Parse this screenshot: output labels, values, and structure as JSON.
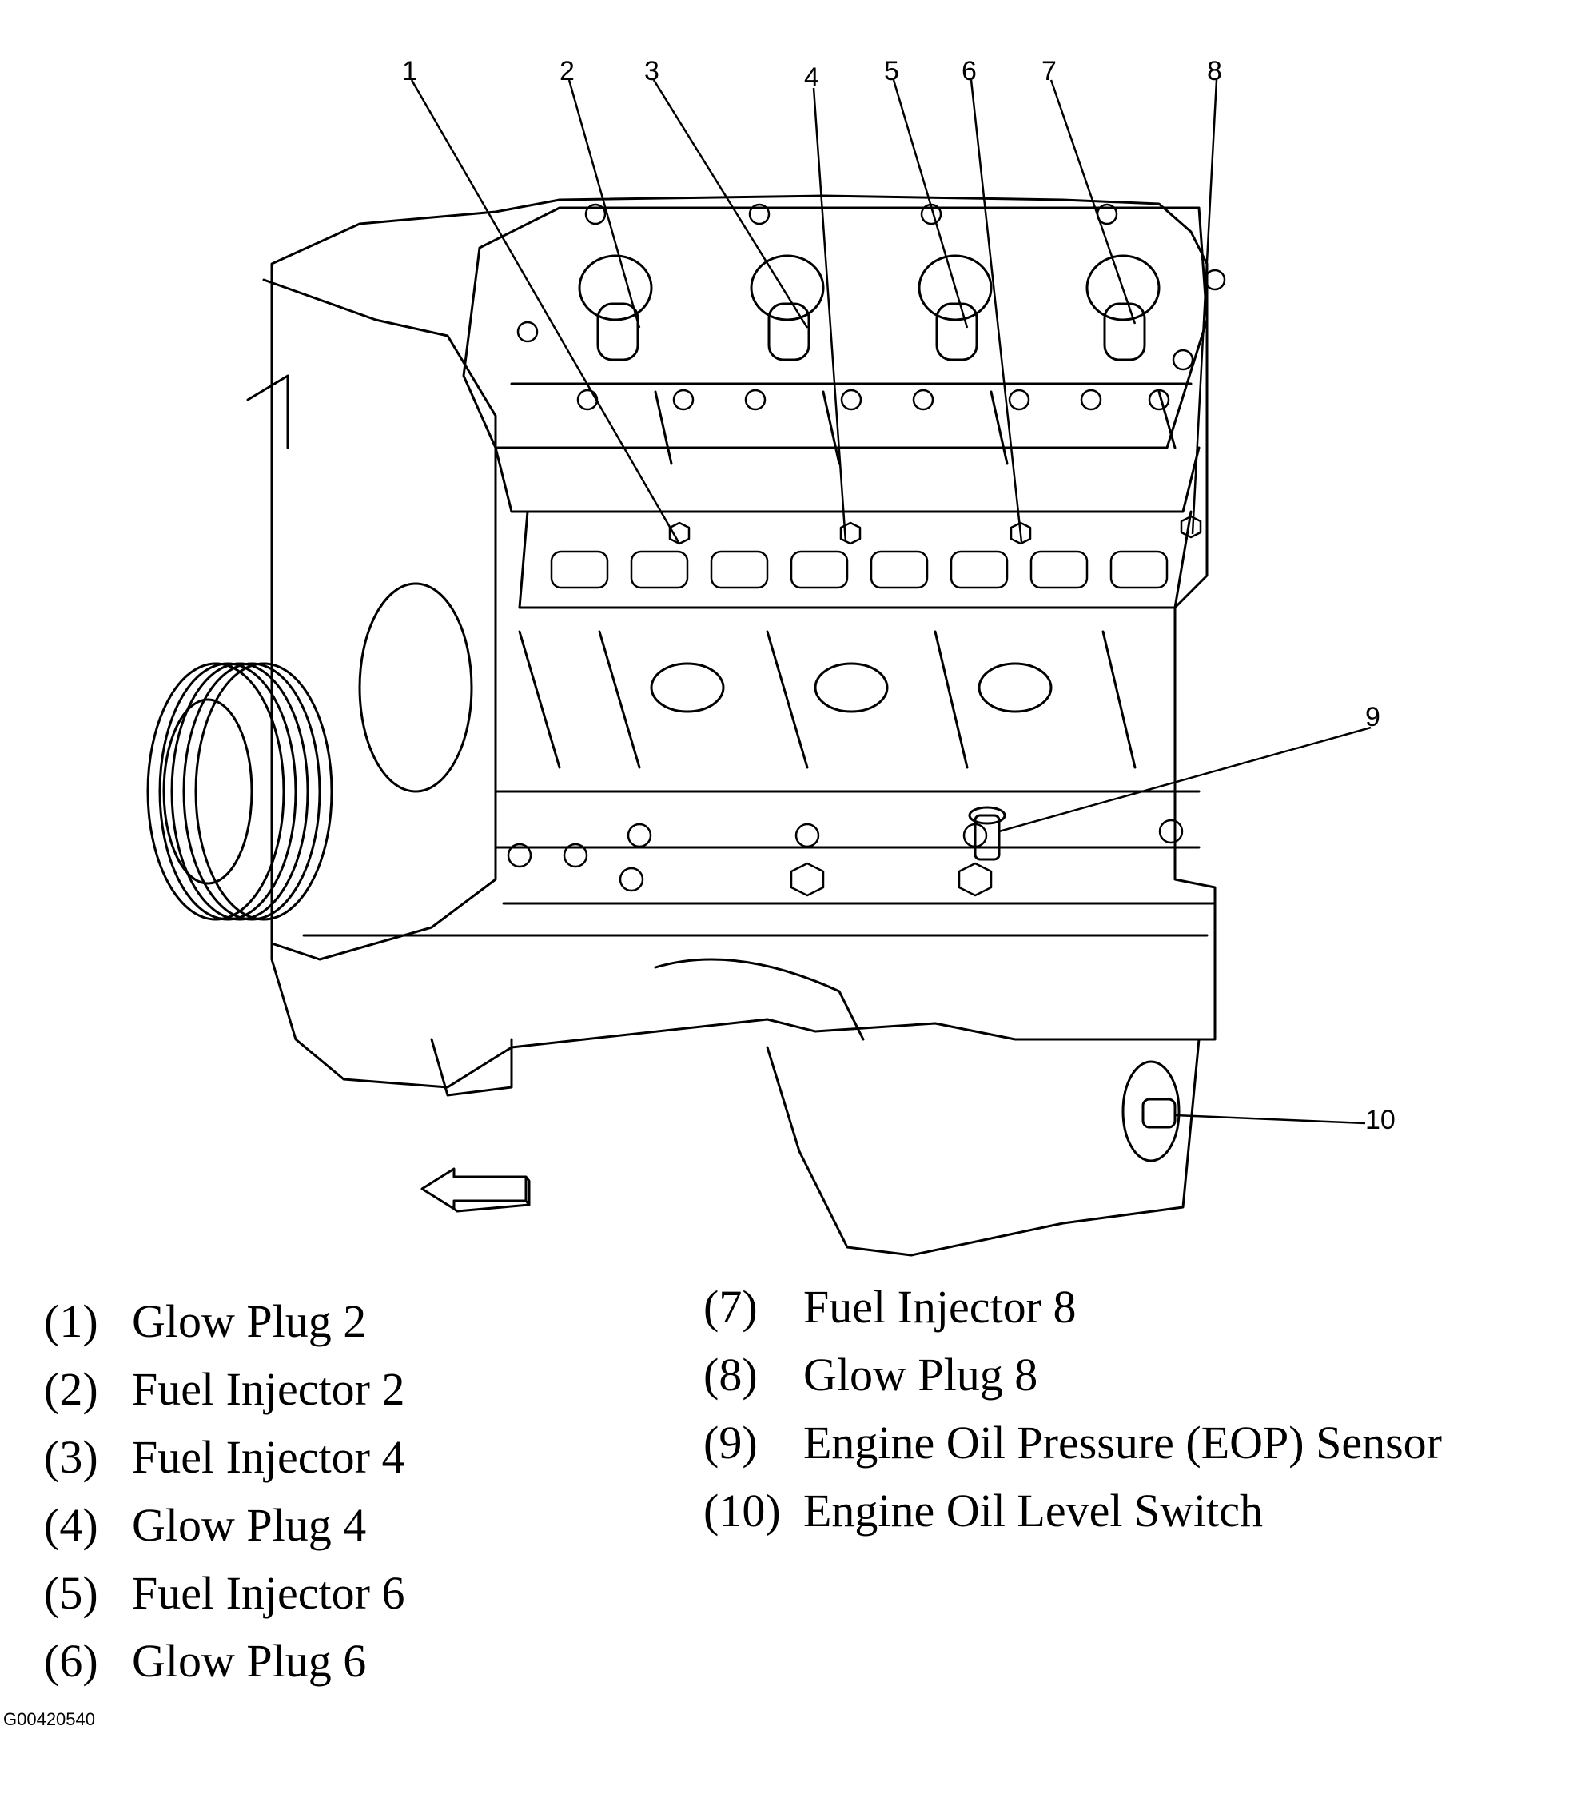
{
  "callouts": [
    "1",
    "2",
    "3",
    "4",
    "5",
    "6",
    "7",
    "8",
    "9",
    "10"
  ],
  "legend": {
    "left": [
      {
        "num": "(1)",
        "label": "Glow Plug 2"
      },
      {
        "num": "(2)",
        "label": "Fuel Injector 2"
      },
      {
        "num": "(3)",
        "label": "Fuel Injector 4"
      },
      {
        "num": "(4)",
        "label": "Glow Plug 4"
      },
      {
        "num": "(5)",
        "label": "Fuel Injector 6"
      },
      {
        "num": "(6)",
        "label": "Glow Plug 6"
      }
    ],
    "right": [
      {
        "num": "(7)",
        "label": "Fuel Injector 8"
      },
      {
        "num": "(8)",
        "label": "Glow Plug 8"
      },
      {
        "num": "(9)",
        "label": "Engine Oil Pressure (EOP) Sensor"
      },
      {
        "num": "(10)",
        "label": "Engine Oil Level Switch"
      }
    ]
  },
  "figure_code": "G00420540",
  "colors": {
    "line": "#000000",
    "background": "#ffffff"
  }
}
